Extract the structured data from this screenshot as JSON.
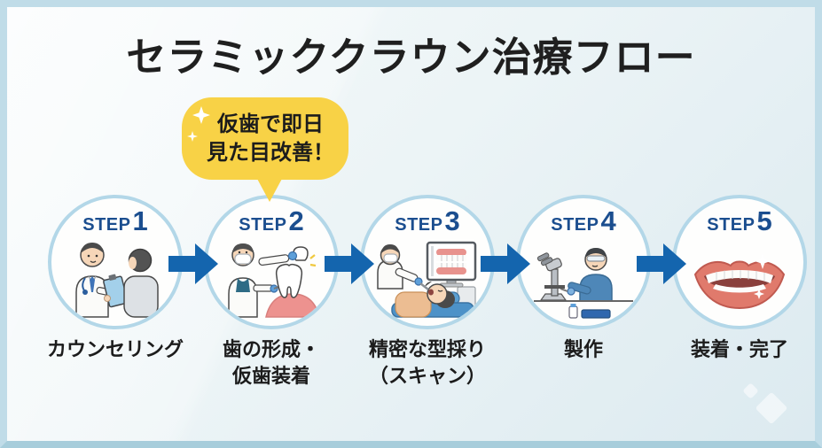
{
  "title": "セラミッククラウン治療フロー",
  "callout": {
    "line1": "仮歯で即日",
    "line2": "見た目改善！",
    "target_step": "STEP2",
    "bg_color": "#F8D246",
    "text_color": "#1C1C1C"
  },
  "steps": [
    {
      "label": "STEP",
      "number": "1",
      "caption_line1": "カウンセリング",
      "caption_line2": "",
      "illustration": "doctor-counseling-patient"
    },
    {
      "label": "STEP",
      "number": "2",
      "caption_line1": "歯の形成・",
      "caption_line2": "仮歯装着",
      "illustration": "tooth-preparation-temporary-crown"
    },
    {
      "label": "STEP",
      "number": "3",
      "caption_line1": "精密な型採り",
      "caption_line2": "（スキャン）",
      "illustration": "intraoral-scan-with-monitor"
    },
    {
      "label": "STEP",
      "number": "4",
      "caption_line1": "製作",
      "caption_line2": "",
      "illustration": "lab-fabrication-microscope"
    },
    {
      "label": "STEP",
      "number": "5",
      "caption_line1": "装着・完了",
      "caption_line2": "",
      "illustration": "finished-smile-sparkles"
    }
  ],
  "palette": {
    "background_light": "#F6FAFB",
    "background_dark": "#DCEAF0",
    "frame_border": "#C0DCE8",
    "title_text": "#1F1F1F",
    "step_text": "#1B4E8F",
    "circle_fill": "#FEFEFD",
    "circle_border": "#B3D7E8",
    "arrow_blue": "#1465AE",
    "callout_yellow": "#F8D246",
    "caption_text": "#1C1C1C"
  }
}
